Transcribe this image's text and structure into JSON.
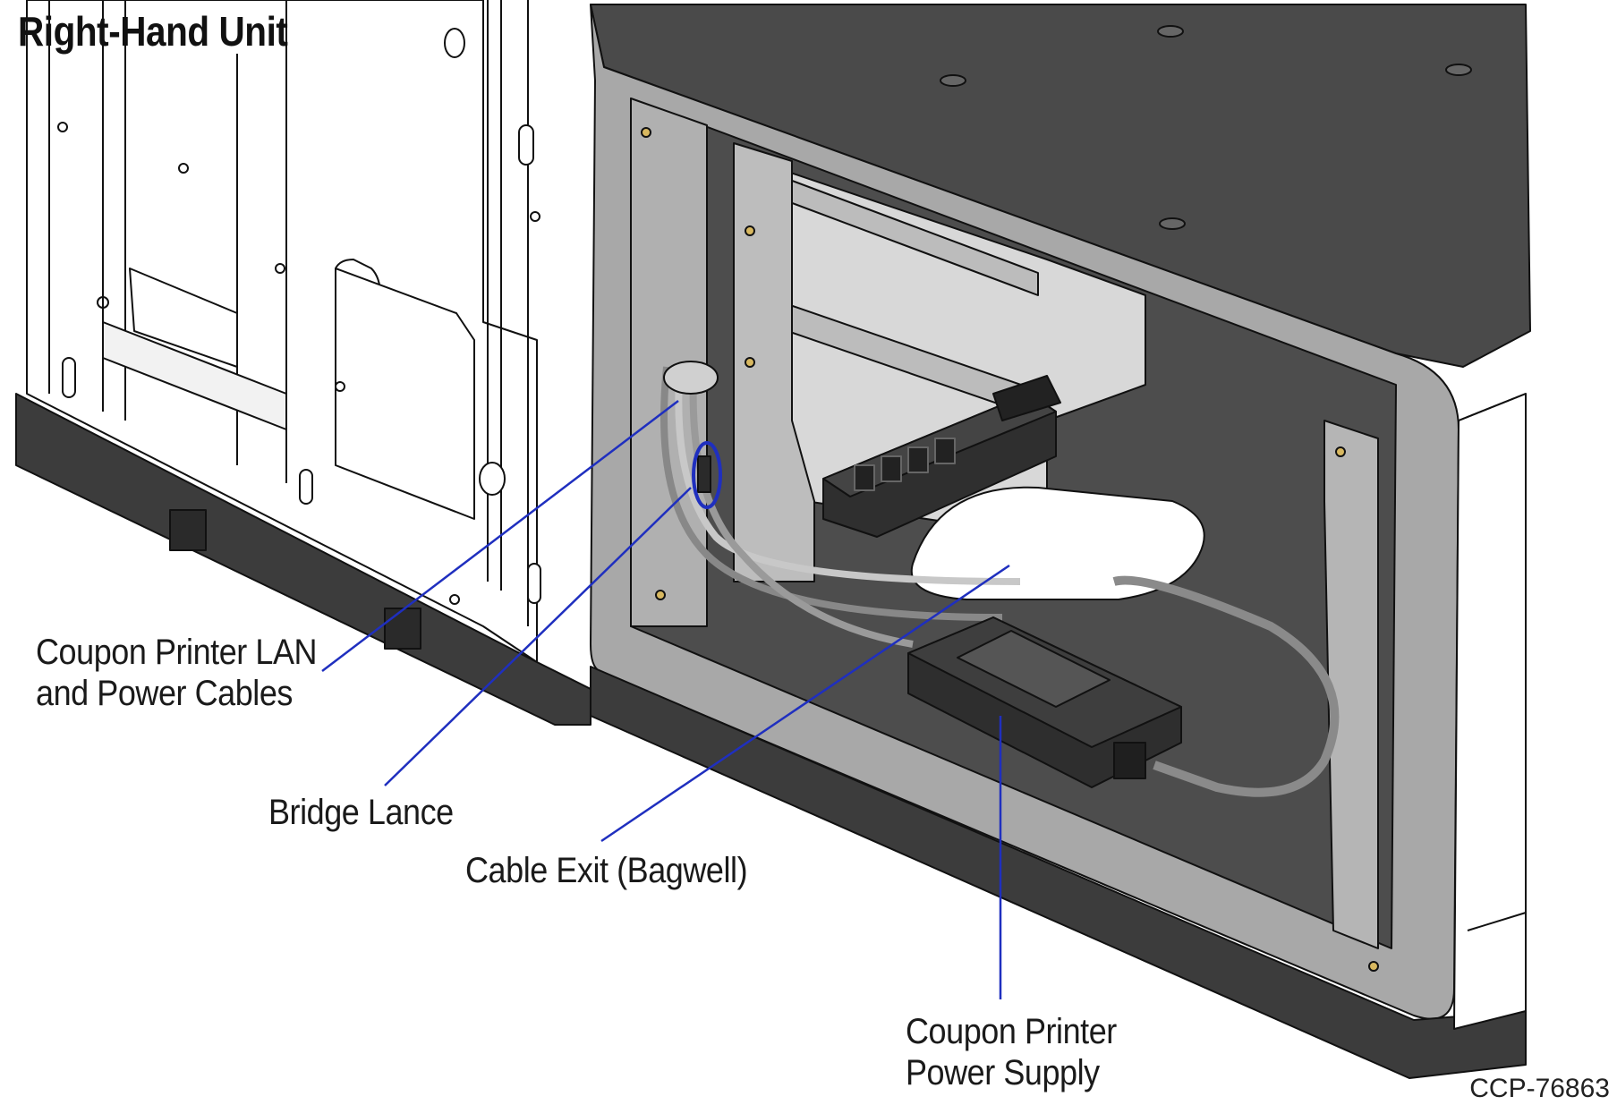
{
  "title": "Right-Hand Unit",
  "figure_id": "CCP-76863",
  "callouts": {
    "lan_power_cables": [
      "Coupon Printer LAN",
      "and Power Cables"
    ],
    "bridge_lance": "Bridge Lance",
    "cable_exit": "Cable Exit (Bagwell)",
    "power_supply": [
      "Coupon Printer",
      "Power Supply"
    ]
  },
  "colors": {
    "leader_line": "#1f2fbf",
    "panel_dark": "#4a4a4a",
    "panel_frame": "#9a9a9a",
    "base_dark": "#3c3c3c"
  }
}
